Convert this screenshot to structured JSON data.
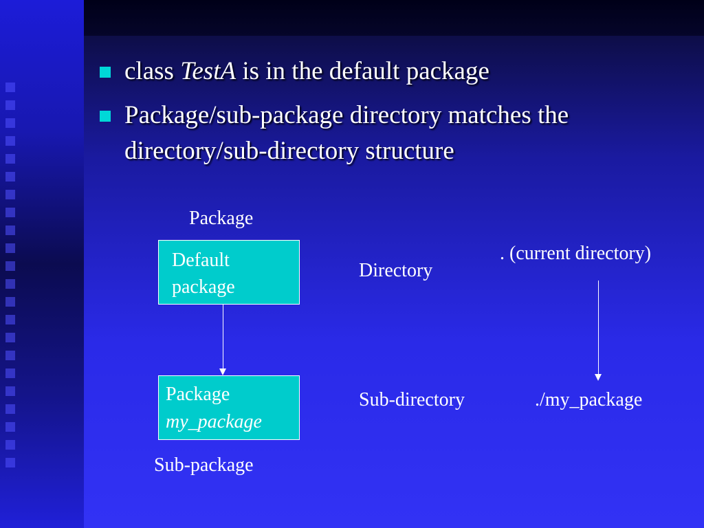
{
  "bullets": [
    {
      "prefix": "class ",
      "italic": "TestA",
      "suffix": " is in the default package"
    },
    {
      "line1": "Package/sub-package directory matches the",
      "line2": "directory/sub-directory structure"
    }
  ],
  "diagram": {
    "package_heading": "Package",
    "default_box": {
      "line1": "Default",
      "line2": "package"
    },
    "package_box": {
      "line1": "Package",
      "line2": "my_package"
    },
    "subpackage_label": "Sub-package",
    "directory_label": "Directory",
    "current_directory": ". (current directory)",
    "subdirectory_label": "Sub-directory",
    "my_package_path": "./my_package"
  },
  "colors": {
    "box_fill": "#00cccc",
    "bullet_mark": "#00d8d8"
  }
}
